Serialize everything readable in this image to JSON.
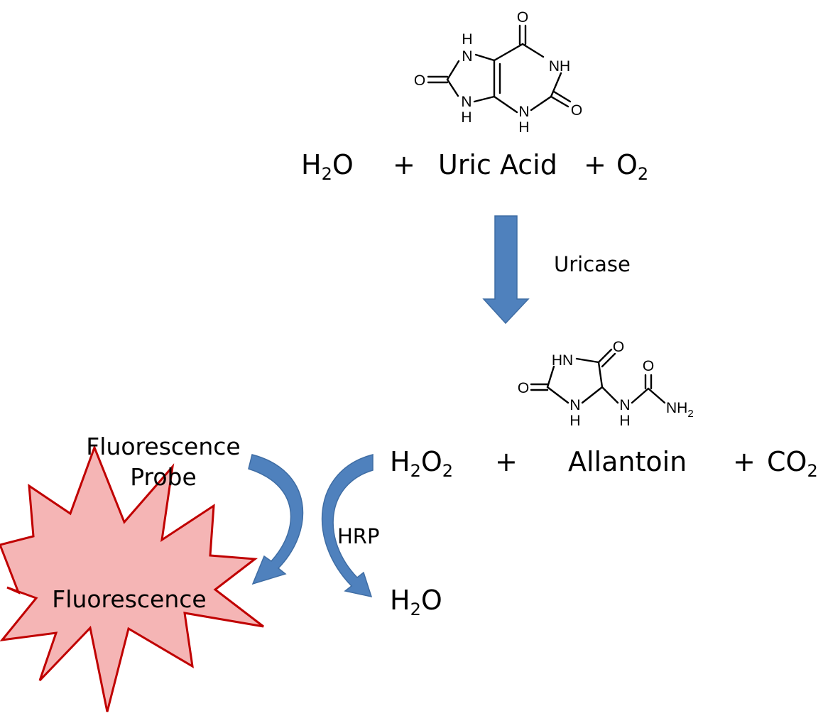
{
  "colors": {
    "arrow_fill": "#4f81bd",
    "arrow_stroke": "#3f6da4",
    "burst_fill": "#f5b5b5",
    "burst_stroke": "#c00000",
    "text": "#000000"
  },
  "reaction1": {
    "reactants": {
      "water": {
        "main": "H",
        "sub": "2",
        "tail": "O"
      },
      "plus1": "+",
      "uric_acid": "Uric Acid",
      "plus2": "+",
      "oxygen": {
        "main": "O",
        "sub": "2"
      }
    },
    "enzyme": "Uricase"
  },
  "uric_acid_structure": {
    "atoms": {
      "o_top": "O",
      "nh_right": "NH",
      "o_right": "O",
      "n_bottom": "N",
      "h_bottom": "H",
      "n_bridge_bottom": "N",
      "h_bridge_bottom": "H",
      "o_left": "O",
      "n_bridge_top": "N",
      "h_bridge_top": "H"
    }
  },
  "allantoin_structure": {
    "atoms": {
      "hn_ring": "HN",
      "o_ring_top": "O",
      "o_ring_left": "O",
      "n_ring_bottom": "N",
      "h_ring_bottom": "H",
      "n_chain": "N",
      "h_chain": "H",
      "o_urea": "O",
      "nh2_main": "NH",
      "nh2_sub": "2"
    }
  },
  "reaction2": {
    "peroxide": {
      "h": "H",
      "sub1": "2",
      "o": "O",
      "sub2": "2"
    },
    "plus1": "+",
    "allantoin": "Allantoin",
    "plus2": "+",
    "co2": {
      "main": "CO",
      "sub": "2"
    }
  },
  "detection": {
    "probe_line1": "Fluorescence",
    "probe_line2": "Probe",
    "enzyme": "HRP",
    "water": {
      "main": "H",
      "sub": "2",
      "tail": "O"
    },
    "fluorescence": "Fluorescence"
  }
}
